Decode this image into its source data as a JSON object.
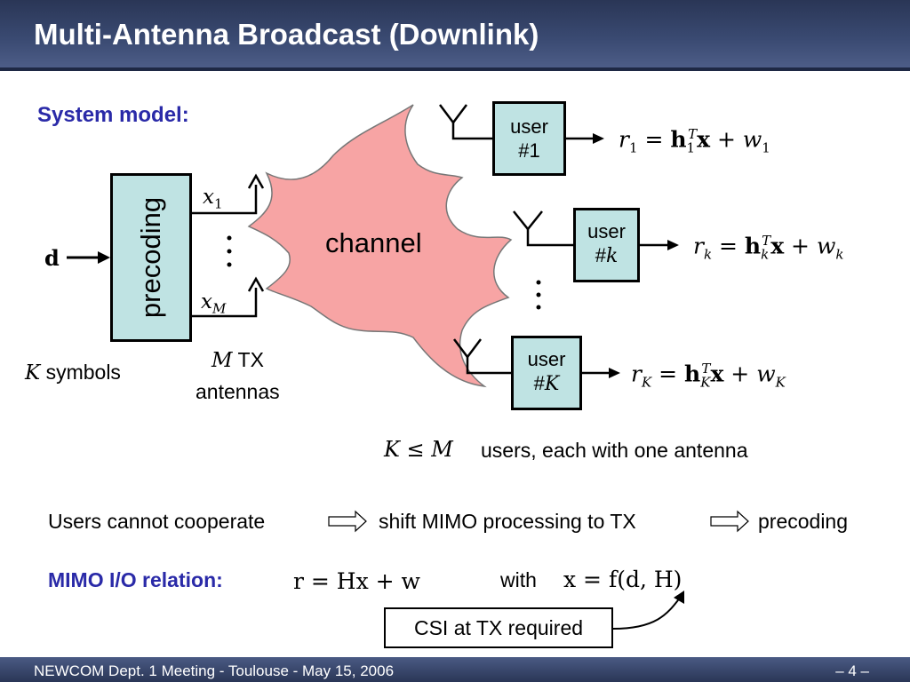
{
  "title": "Multi-Antenna Broadcast (Downlink)",
  "footer": {
    "text": "NEWCOM Dept. 1 Meeting - Toulouse - May 15, 2006",
    "page": "– 4 –"
  },
  "system_model": "System model:",
  "diagram": {
    "input": "d",
    "precoding": "precoding",
    "x1": "x",
    "x1_sub": "1",
    "xM": "x",
    "xM_sub": "M",
    "channel": "channel",
    "k_symbols_var": "K",
    "k_symbols": "symbols",
    "m_tx_var": "M",
    "m_tx": "TX",
    "m_tx_2": "antennas",
    "users": [
      {
        "label1": "user",
        "label2": "#",
        "label2_var": "1",
        "eq_lhs_sub": "1",
        "eq_h_sub": "1",
        "eq_w_sub": "1"
      },
      {
        "label1": "user",
        "label2": "#",
        "label2_var": "k",
        "eq_lhs_sub": "k",
        "eq_h_sub": "k",
        "eq_w_sub": "k"
      },
      {
        "label1": "user",
        "label2": "#",
        "label2_var": "K",
        "eq_lhs_sub": "K",
        "eq_h_sub": "K",
        "eq_w_sub": "K"
      }
    ],
    "constraint_lhs": "K ≤ M",
    "constraint_text": "users, each with one antenna"
  },
  "flow": {
    "step1": "Users cannot cooperate",
    "step2": "shift MIMO processing to TX",
    "step3": "precoding"
  },
  "mimo": {
    "label": "MIMO I/O relation:",
    "equation": "r = Hx + w",
    "with": "with",
    "x_def": "x = f(d, H)",
    "csi": "CSI at TX required"
  },
  "colors": {
    "header": "#2a3656",
    "accent_blue": "#2a2aa8",
    "box_fill": "#bfe3e3",
    "channel_fill": "#f7a4a4"
  }
}
